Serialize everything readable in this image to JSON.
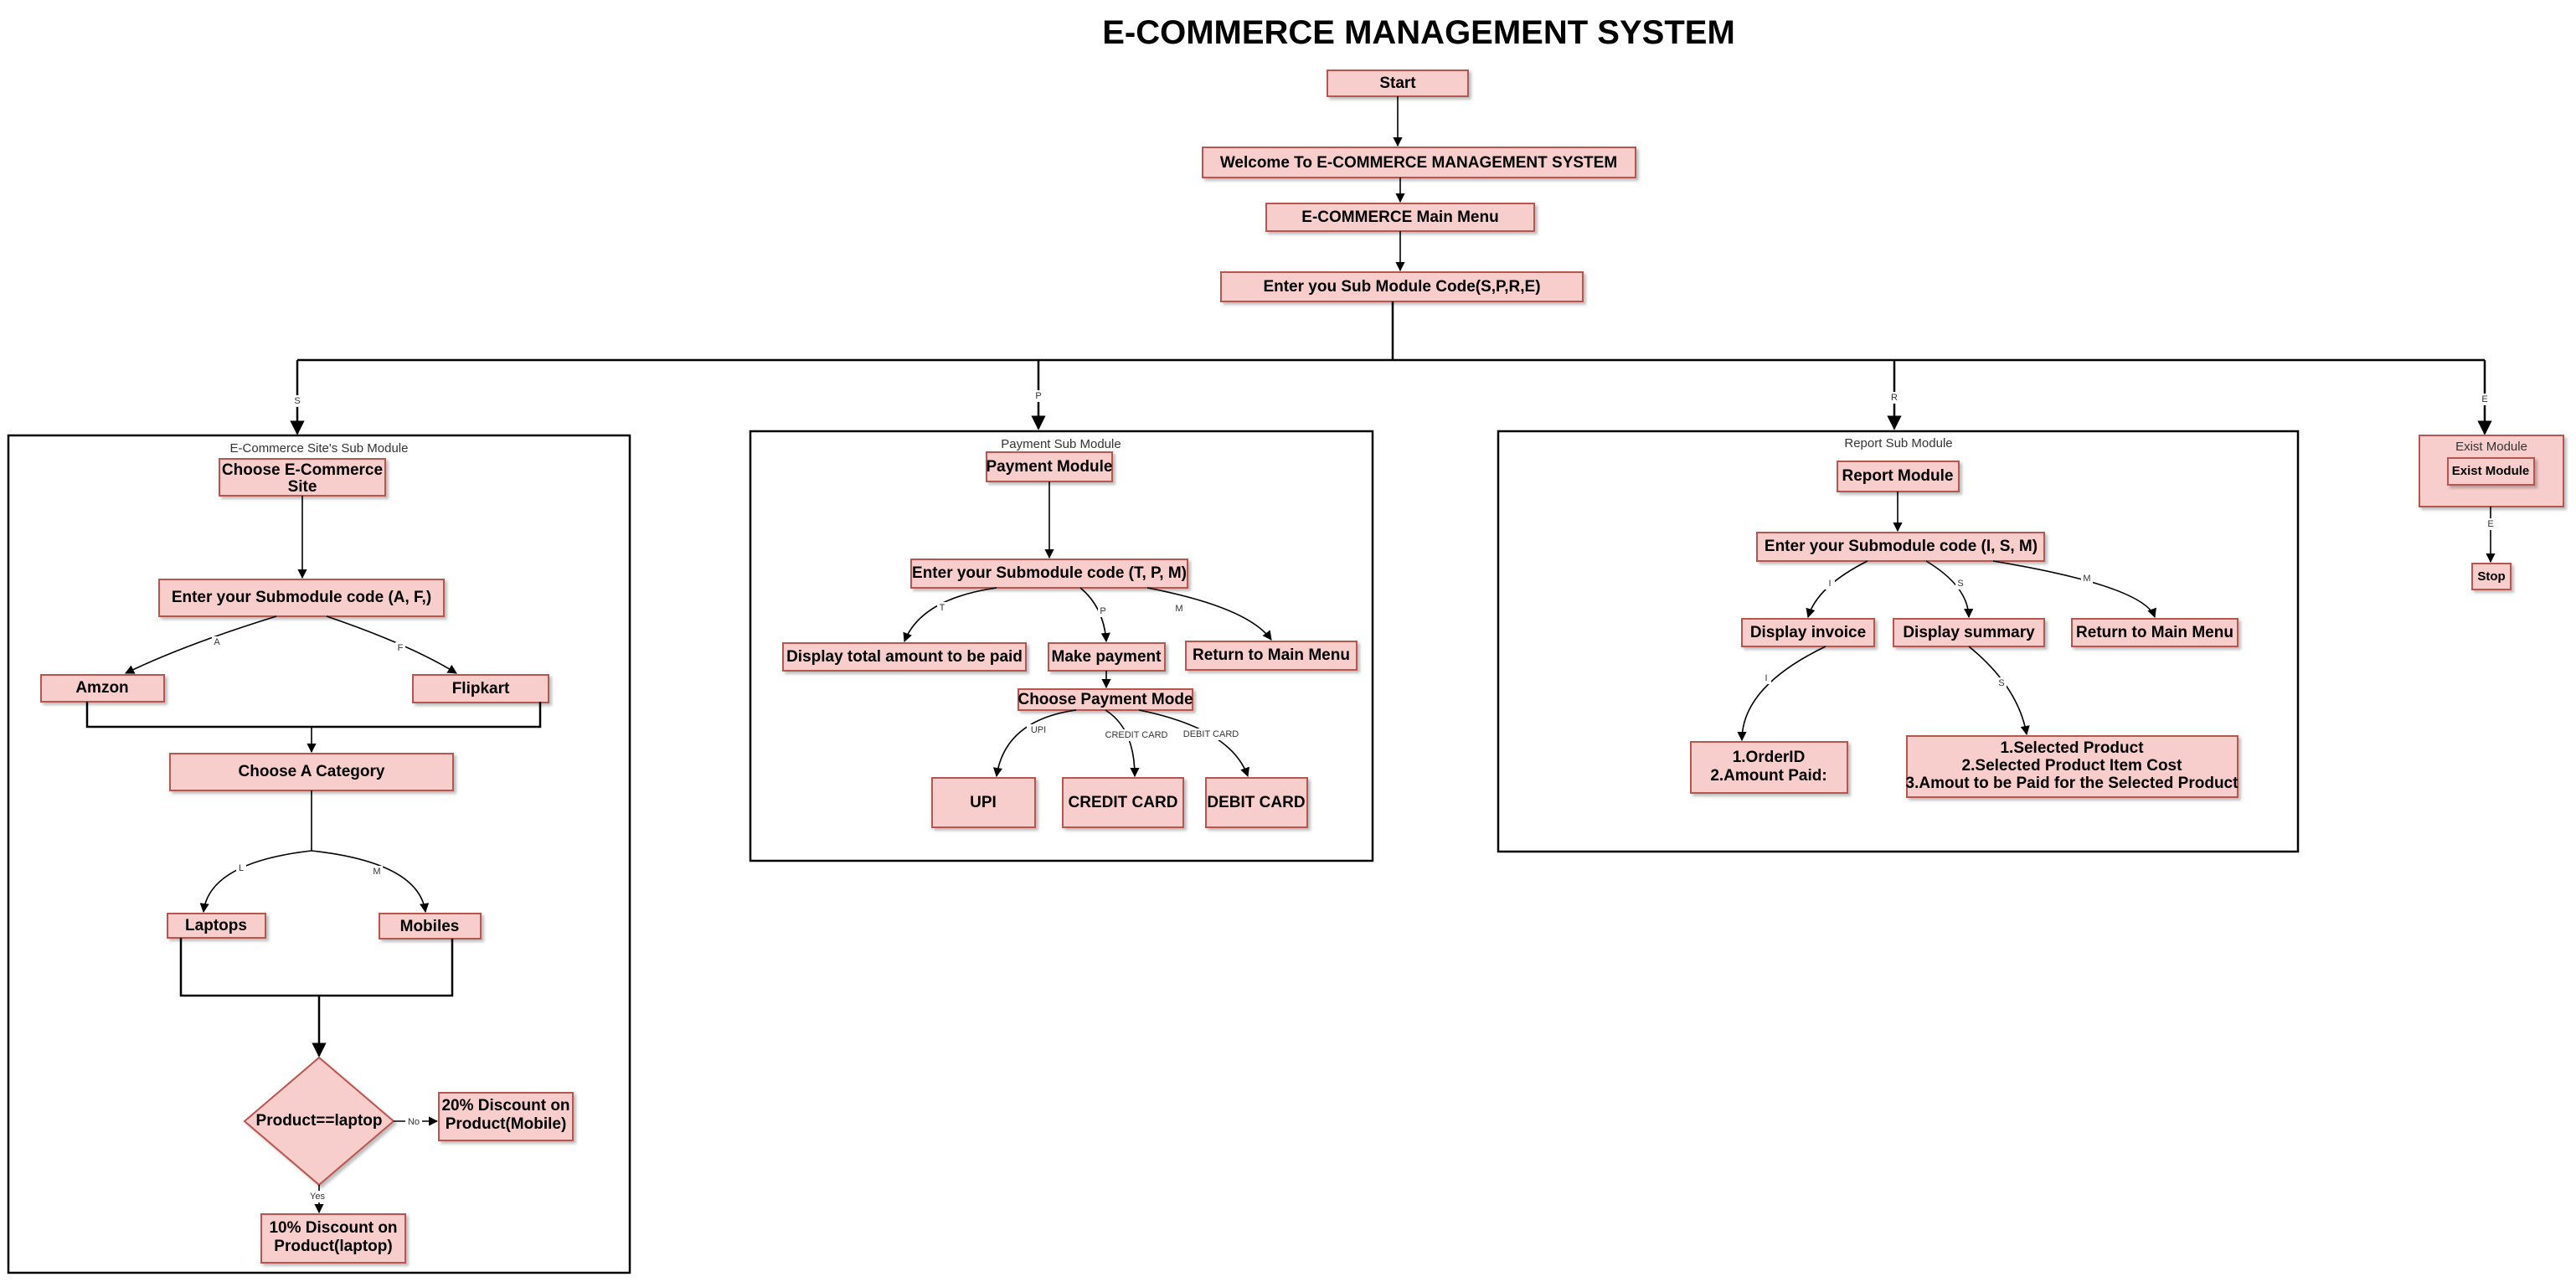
{
  "title": "E-COMMERCE MANAGEMENT SYSTEM",
  "nodes": {
    "start": "Start",
    "welcome": "Welcome To E-COMMERCE MANAGEMENT SYSTEM",
    "main_menu": "E-COMMERCE Main Menu",
    "enter_code": "Enter you Sub Module Code(S,P,R,E)"
  },
  "branch_labels": {
    "s": "S",
    "p": "P",
    "r": "R",
    "e": "E"
  },
  "ecommerce": {
    "container_title": "E-Commerce Site's Sub Module",
    "choose_site": [
      "Choose E-Commerce",
      "Site"
    ],
    "enter_code": "Enter your Submodule code (A, F,)",
    "amazon": "Amzon",
    "flipkart": "Flipkart",
    "label_a": "A",
    "label_f": "F",
    "category": "Choose A Category",
    "label_l": "L",
    "label_m": "M",
    "laptops": "Laptops",
    "mobiles": "Mobiles",
    "decision": "Product==laptop",
    "label_no": "No",
    "label_yes": "Yes",
    "mobile_discount": [
      "20% Discount on",
      "Product(Mobile)"
    ],
    "laptop_discount": [
      "10% Discount on",
      "Product(laptop)"
    ]
  },
  "payment": {
    "container_title": "Payment Sub Module",
    "module": "Payment Module",
    "enter_code": "Enter your Submodule code (T, P, M)",
    "label_t": "T",
    "label_p": "P",
    "label_m": "M",
    "display_total": "Display total amount to be paid",
    "make_payment": "Make payment",
    "return_menu": "Return to Main Menu",
    "choose_mode": "Choose Payment Mode",
    "label_upi": "UPI",
    "label_credit": "CREDIT CARD",
    "label_debit": "DEBIT CARD",
    "upi": "UPI",
    "credit": "CREDIT CARD",
    "debit": "DEBIT CARD"
  },
  "report": {
    "container_title": "Report Sub Module",
    "module": "Report Module",
    "enter_code": "Enter your Submodule code (I, S, M)",
    "label_i": "I",
    "label_s": "S",
    "label_m": "M",
    "display_invoice": "Display invoice",
    "display_summary": "Display summary",
    "return_menu": "Return to Main Menu",
    "label_i2": "I",
    "label_s2": "S",
    "invoice_details": [
      "1.OrderID",
      "2.Amount Paid:"
    ],
    "summary_details": [
      "1.Selected Product",
      "2.Selected Product Item Cost",
      "3.Amout to be Paid for the Selected Product"
    ]
  },
  "exit": {
    "container_title": "Exist Module",
    "module": "Exist Module",
    "label_e": "E",
    "stop": "Stop"
  },
  "colors": {
    "node_fill": "#f8cecc",
    "node_stroke": "#b85450",
    "line": "#000000"
  }
}
